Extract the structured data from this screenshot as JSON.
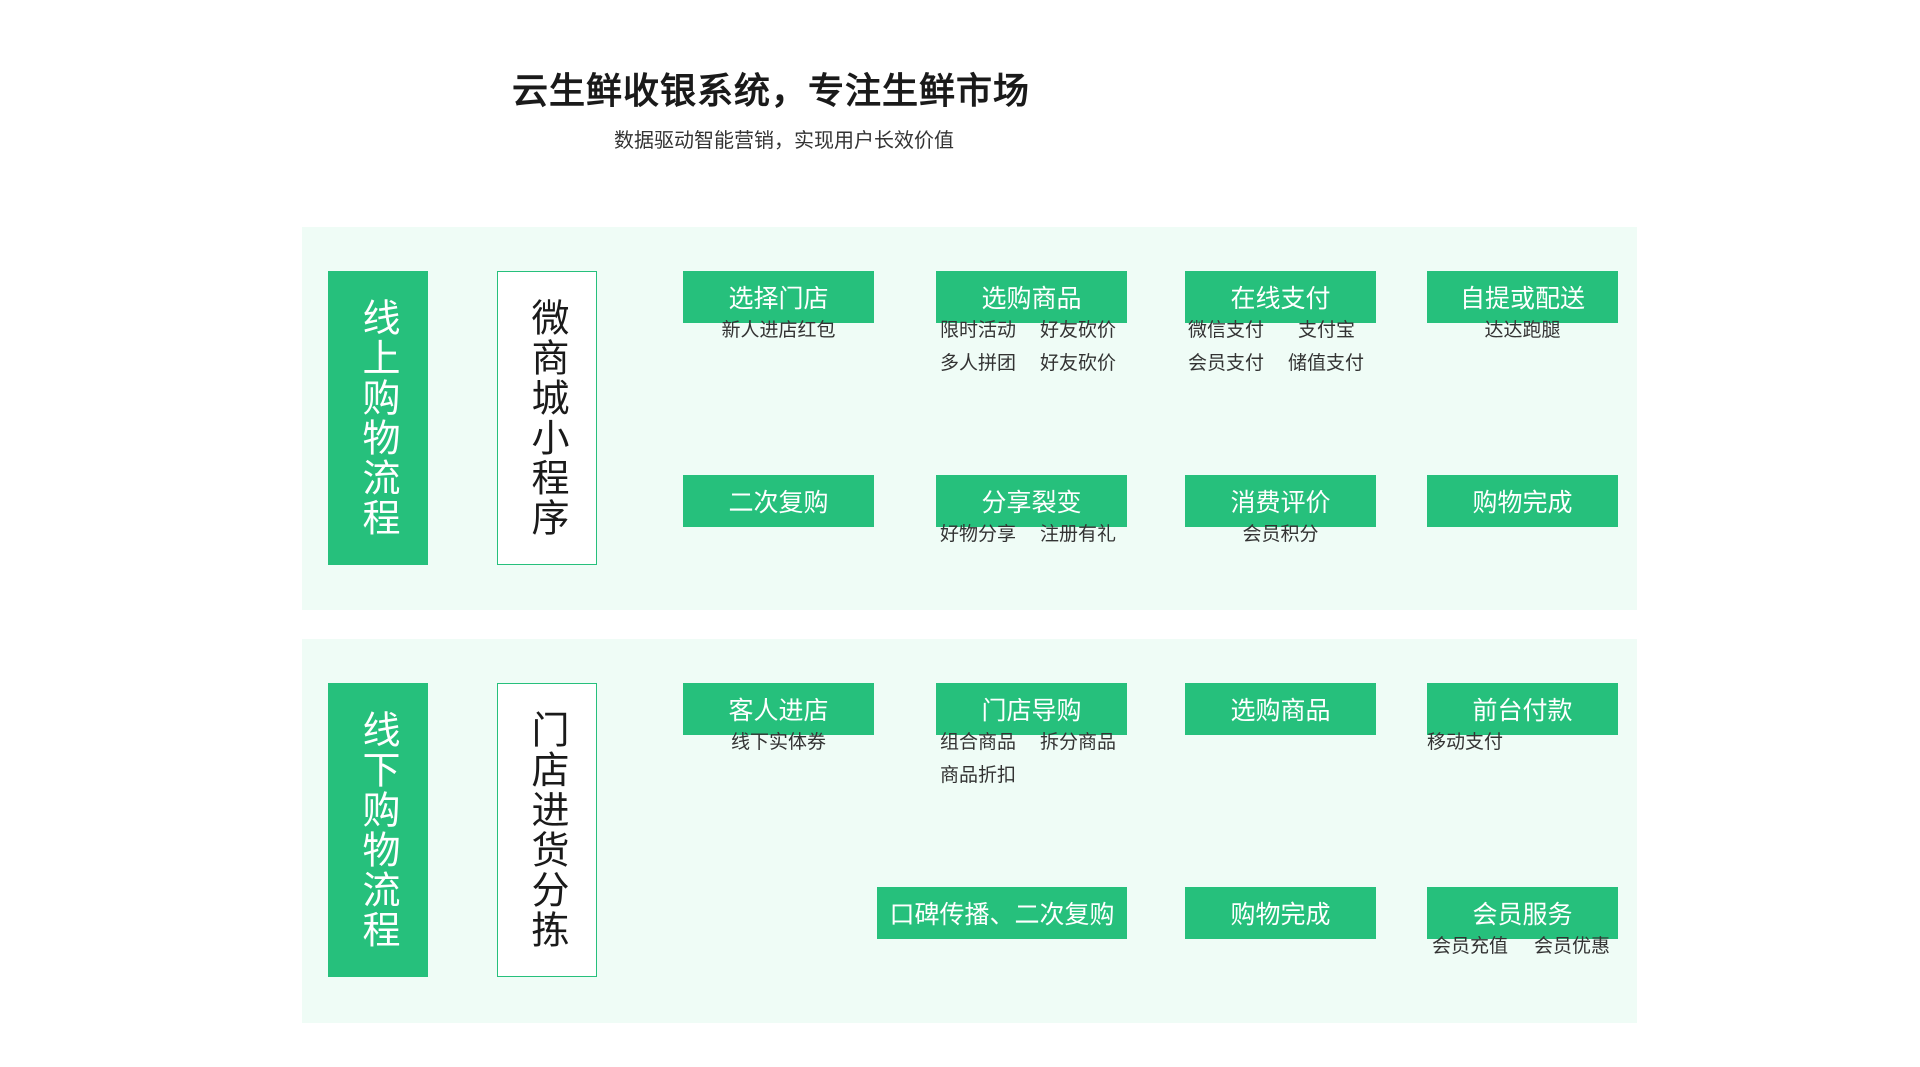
{
  "header": {
    "title": "云生鲜收银系统，专注生鲜市场",
    "subtitle": "数据驱动智能营销，实现用户长效价值"
  },
  "online": {
    "label": "线上购物流程",
    "channel": "微商城小程序",
    "steps": [
      {
        "label": "选择门店",
        "items": [
          "新人进店红包"
        ]
      },
      {
        "label": "选购商品",
        "items": [
          "限时活动",
          "好友砍价",
          "多人拼团",
          "好友砍价"
        ]
      },
      {
        "label": "在线支付",
        "items": [
          "微信支付",
          "支付宝",
          "会员支付",
          "储值支付"
        ]
      },
      {
        "label": "自提或配送",
        "items": [
          "达达跑腿"
        ]
      },
      {
        "label": "二次复购",
        "items": []
      },
      {
        "label": "分享裂变",
        "items": [
          "好物分享",
          "注册有礼"
        ]
      },
      {
        "label": "消费评价",
        "items": [
          "会员积分"
        ]
      },
      {
        "label": "购物完成",
        "items": []
      }
    ]
  },
  "offline": {
    "label": "线下购物流程",
    "channel": "门店进货分拣",
    "steps": [
      {
        "label": "客人进店",
        "items": [
          "线下实体券"
        ]
      },
      {
        "label": "门店导购",
        "items": [
          "组合商品",
          "拆分商品",
          "商品折扣"
        ]
      },
      {
        "label": "选购商品",
        "items": []
      },
      {
        "label": "前台付款",
        "items": [
          "移动支付"
        ]
      },
      {
        "label": "口碑传播、二次复购",
        "items": []
      },
      {
        "label": "购物完成",
        "items": []
      },
      {
        "label": "会员服务",
        "items": [
          "会员充值",
          "会员优惠"
        ]
      }
    ]
  },
  "colors": {
    "accent": "#26c07c",
    "panel_bg": "#effcf6"
  }
}
